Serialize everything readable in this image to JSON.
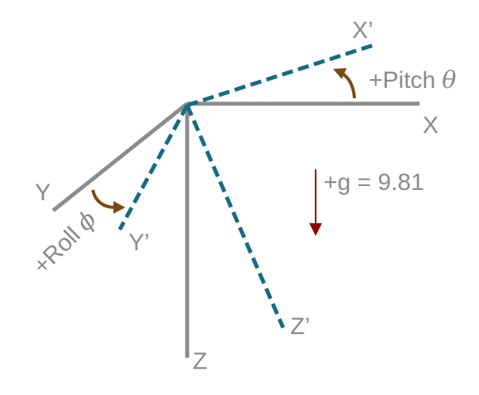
{
  "labels": {
    "x": "X",
    "y": "Y",
    "z": "Z",
    "x_prime": "X’",
    "y_prime": "Y’",
    "z_prime": "Z’",
    "pitch": "+Pitch",
    "pitch_symbol": "θ",
    "roll": "+Roll",
    "roll_symbol": "ϕ",
    "gravity": "+g = 9.81"
  },
  "colors": {
    "original_axes": "#8c8c8c",
    "rotated_axes": "#156b82",
    "rotation_arrows": "#7b4a12",
    "gravity_arrow": "#8b0000",
    "text": "#8a8a8a"
  }
}
